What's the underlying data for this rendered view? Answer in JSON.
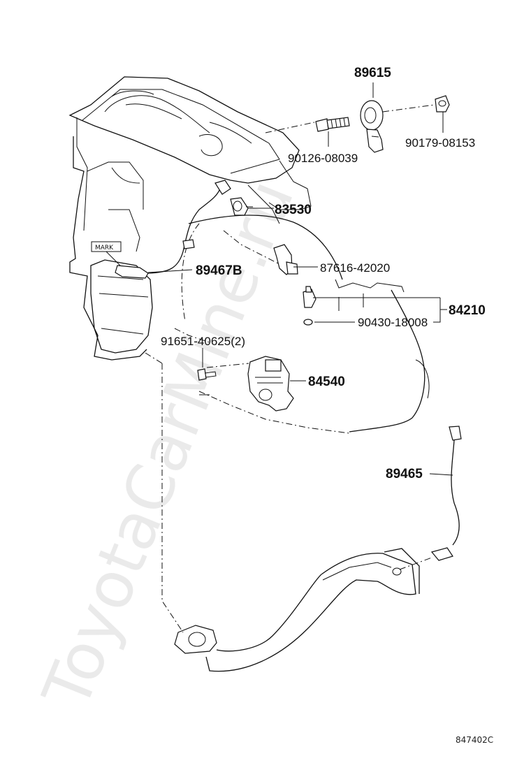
{
  "diagram": {
    "code": "847402C",
    "watermark": "ToyotaCarMine.ru",
    "mark_label": "MARK",
    "parts": [
      {
        "id": "p89615",
        "number": "89615"
      },
      {
        "id": "p90179",
        "number": "90179-08153"
      },
      {
        "id": "p90126",
        "number": "90126-08039"
      },
      {
        "id": "p83530",
        "number": "83530"
      },
      {
        "id": "p89467B",
        "number": "89467B"
      },
      {
        "id": "p87616",
        "number": "87616-42020"
      },
      {
        "id": "p84210",
        "number": "84210"
      },
      {
        "id": "p90430",
        "number": "90430-18008"
      },
      {
        "id": "p91651",
        "number": "91651-40625(2)"
      },
      {
        "id": "p84540",
        "number": "84540"
      },
      {
        "id": "p89465",
        "number": "89465"
      }
    ]
  }
}
